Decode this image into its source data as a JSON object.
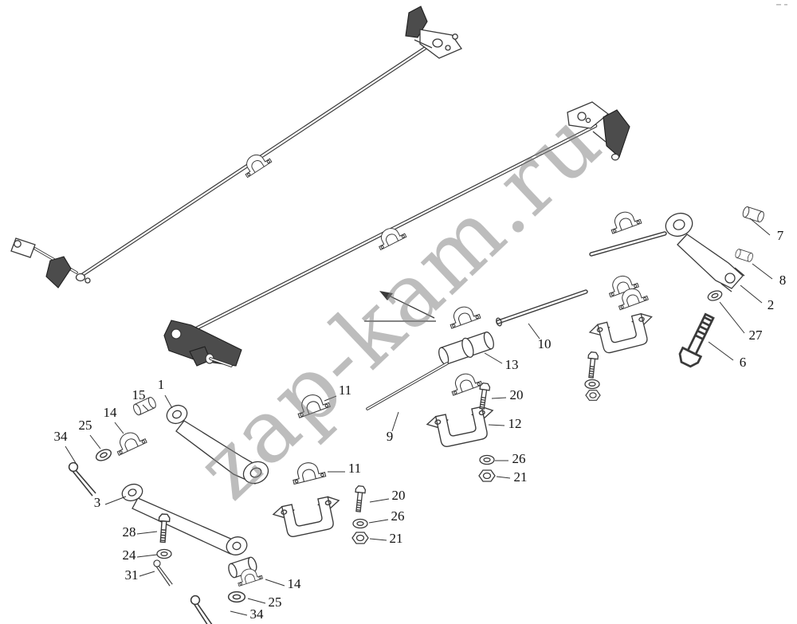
{
  "watermark": {
    "text": "zap-kam.ru"
  },
  "colors": {
    "line": "#3a3a3a",
    "dark_fill": "#4c4c4c",
    "watermark": "#808080",
    "background": "#ffffff"
  },
  "callouts": [
    {
      "label": "7",
      "text": [
        979,
        301
      ],
      "line": [
        966,
        295,
        941,
        274
      ]
    },
    {
      "label": "8",
      "text": [
        982,
        357
      ],
      "line": [
        969,
        350,
        944,
        331
      ]
    },
    {
      "label": "2",
      "text": [
        967,
        388
      ],
      "line": [
        956,
        380,
        929,
        358
      ]
    },
    {
      "label": "27",
      "text": [
        948,
        426
      ],
      "line": [
        934,
        418,
        903,
        379
      ]
    },
    {
      "label": "6",
      "text": [
        932,
        460
      ],
      "line": [
        920,
        452,
        889,
        429
      ]
    },
    {
      "label": "10",
      "text": [
        683,
        437
      ],
      "line": [
        677,
        425,
        663,
        406
      ]
    },
    {
      "label": "13",
      "text": [
        642,
        463
      ],
      "line": [
        630,
        456,
        608,
        443
      ]
    },
    {
      "label": "20",
      "text": [
        648,
        501
      ],
      "line": [
        635,
        499,
        617,
        500
      ]
    },
    {
      "label": "12",
      "text": [
        646,
        537
      ],
      "line": [
        633,
        534,
        613,
        533
      ]
    },
    {
      "label": "26",
      "text": [
        651,
        581
      ],
      "line": [
        638,
        578,
        621,
        578
      ]
    },
    {
      "label": "21",
      "text": [
        653,
        604
      ],
      "line": [
        640,
        600,
        623,
        598
      ]
    },
    {
      "label": "9",
      "text": [
        489,
        553
      ],
      "line": [
        492,
        541,
        500,
        517
      ]
    },
    {
      "label": "11",
      "text": [
        433,
        495
      ],
      "line": [
        422,
        497,
        407,
        503
      ]
    },
    {
      "label": "11",
      "text": [
        445,
        593
      ],
      "line": [
        433,
        592,
        411,
        592
      ]
    },
    {
      "label": "1",
      "text": [
        202,
        488
      ],
      "line": [
        207,
        496,
        216,
        512
      ]
    },
    {
      "label": "15",
      "text": [
        174,
        501
      ],
      "line": [
        179,
        508,
        186,
        515
      ]
    },
    {
      "label": "14",
      "text": [
        138,
        523
      ],
      "line": [
        144,
        530,
        155,
        544
      ]
    },
    {
      "label": "25",
      "text": [
        107,
        539
      ],
      "line": [
        113,
        546,
        126,
        563
      ]
    },
    {
      "label": "34",
      "text": [
        76,
        553
      ],
      "line": [
        82,
        560,
        95,
        581
      ]
    },
    {
      "label": "3",
      "text": [
        122,
        636
      ],
      "line": [
        132,
        633,
        158,
        623
      ]
    },
    {
      "label": "28",
      "text": [
        162,
        673
      ],
      "line": [
        172,
        670,
        197,
        667
      ]
    },
    {
      "label": "24",
      "text": [
        162,
        702
      ],
      "line": [
        172,
        699,
        197,
        696
      ]
    },
    {
      "label": "31",
      "text": [
        165,
        727
      ],
      "line": [
        175,
        723,
        194,
        717
      ]
    },
    {
      "label": "20",
      "text": [
        500,
        627
      ],
      "line": [
        488,
        626,
        464,
        630
      ]
    },
    {
      "label": "26",
      "text": [
        499,
        653
      ],
      "line": [
        487,
        652,
        463,
        656
      ]
    },
    {
      "label": "21",
      "text": [
        497,
        681
      ],
      "line": [
        485,
        678,
        464,
        676
      ]
    },
    {
      "label": "14",
      "text": [
        369,
        738
      ],
      "line": [
        357,
        735,
        333,
        727
      ]
    },
    {
      "label": "25",
      "text": [
        345,
        761
      ],
      "line": [
        333,
        757,
        311,
        751
      ]
    },
    {
      "label": "34",
      "text": [
        322,
        776
      ],
      "line": [
        310,
        772,
        289,
        767
      ]
    }
  ]
}
